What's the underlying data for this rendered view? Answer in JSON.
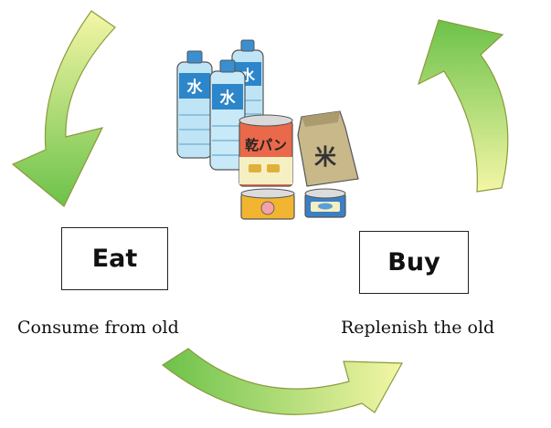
{
  "diagram": {
    "eat": {
      "label": "Eat",
      "caption": "Consume from old"
    },
    "buy": {
      "label": "Buy",
      "caption": "Replenish the old"
    },
    "supplies": {
      "water_label": "水",
      "bread_label": "乾パン",
      "rice_label": "米"
    }
  },
  "colors": {
    "arrow_light": "#f2f5a0",
    "arrow_dark": "#6cc24a",
    "outline": "#333333"
  },
  "icons": [
    "cycle-arrow-icon",
    "water-bottle-icon",
    "canned-bread-icon",
    "rice-bag-icon",
    "canned-pork-icon",
    "canned-fish-icon"
  ]
}
